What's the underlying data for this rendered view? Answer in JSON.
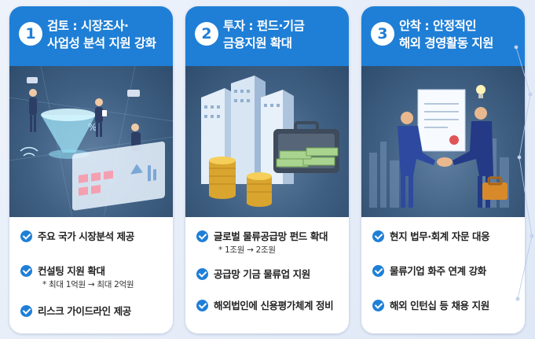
{
  "colors": {
    "header": "#1f7fd6",
    "illustration_bg": "#3f5f82",
    "check": "#1f7fd6",
    "page_bg": "#eef3fb"
  },
  "panels": [
    {
      "number": "1",
      "title_line1": "검토 : 시장조사·",
      "title_line2": "사업성 분석 지원 강화",
      "illustration": "market-analysis-illustration",
      "items": [
        {
          "text": "주요 국가 시장분석 제공",
          "sub": ""
        },
        {
          "text": "컨설팅 지원 확대",
          "sub": "* 최대 1억원 → 최대 2억원"
        },
        {
          "text": "리스크 가이드라인 제공",
          "sub": ""
        }
      ]
    },
    {
      "number": "2",
      "title_line1": "투자 : 펀드·기금",
      "title_line2": "금융지원 확대",
      "illustration": "finance-buildings-coins-illustration",
      "items": [
        {
          "text": "글로벌 물류공급망 펀드 확대",
          "sub": "* 1조원 → 2조원"
        },
        {
          "text": "공급망 기금 물류업 지원",
          "sub": ""
        },
        {
          "text": "해외법인에 신용평가체계 정비",
          "sub": ""
        }
      ]
    },
    {
      "number": "3",
      "title_line1": "안착 : 안정적인",
      "title_line2": "해외 경영활동 지원",
      "illustration": "contract-handshake-illustration",
      "items": [
        {
          "text": "현지 법무·회계 자문 대응",
          "sub": ""
        },
        {
          "text": "물류기업 화주 연계 강화",
          "sub": ""
        },
        {
          "text": "해외 인턴십 등 채용 지원",
          "sub": ""
        }
      ]
    }
  ]
}
